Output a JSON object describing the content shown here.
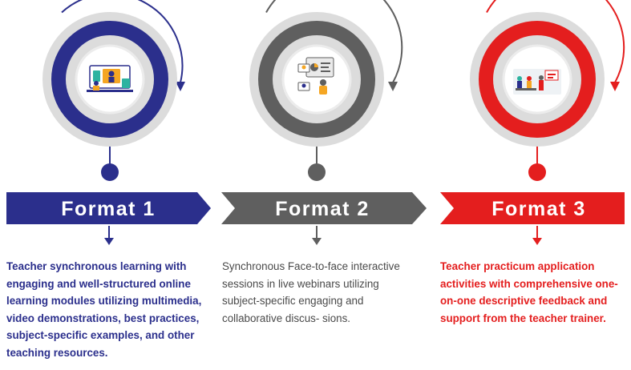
{
  "colors": {
    "format1": "#2b2f8c",
    "format2": "#5f5f5f",
    "format3": "#e41e1e",
    "ring_outer_gray": "#dcdcdc",
    "text2": "#4a4a4a"
  },
  "formats": [
    {
      "label": "Format 1",
      "description": "Teacher synchronous learning with engaging and well-structured online learning modules utilizing multimedia, video demonstrations, best practices, subject-specific examples, and other teaching resources.",
      "icon": "online-class-illustration-icon"
    },
    {
      "label": "Format 2",
      "description": "Synchronous Face-to-face interactive sessions in live webinars utilizing subject-specific engaging and collaborative discus- sions.",
      "icon": "webinar-illustration-icon"
    },
    {
      "label": "Format 3",
      "description": "Teacher practicum application activities with comprehensive one-on-one descriptive feedback and support from the teacher trainer.",
      "icon": "classroom-practicum-illustration-icon"
    }
  ]
}
